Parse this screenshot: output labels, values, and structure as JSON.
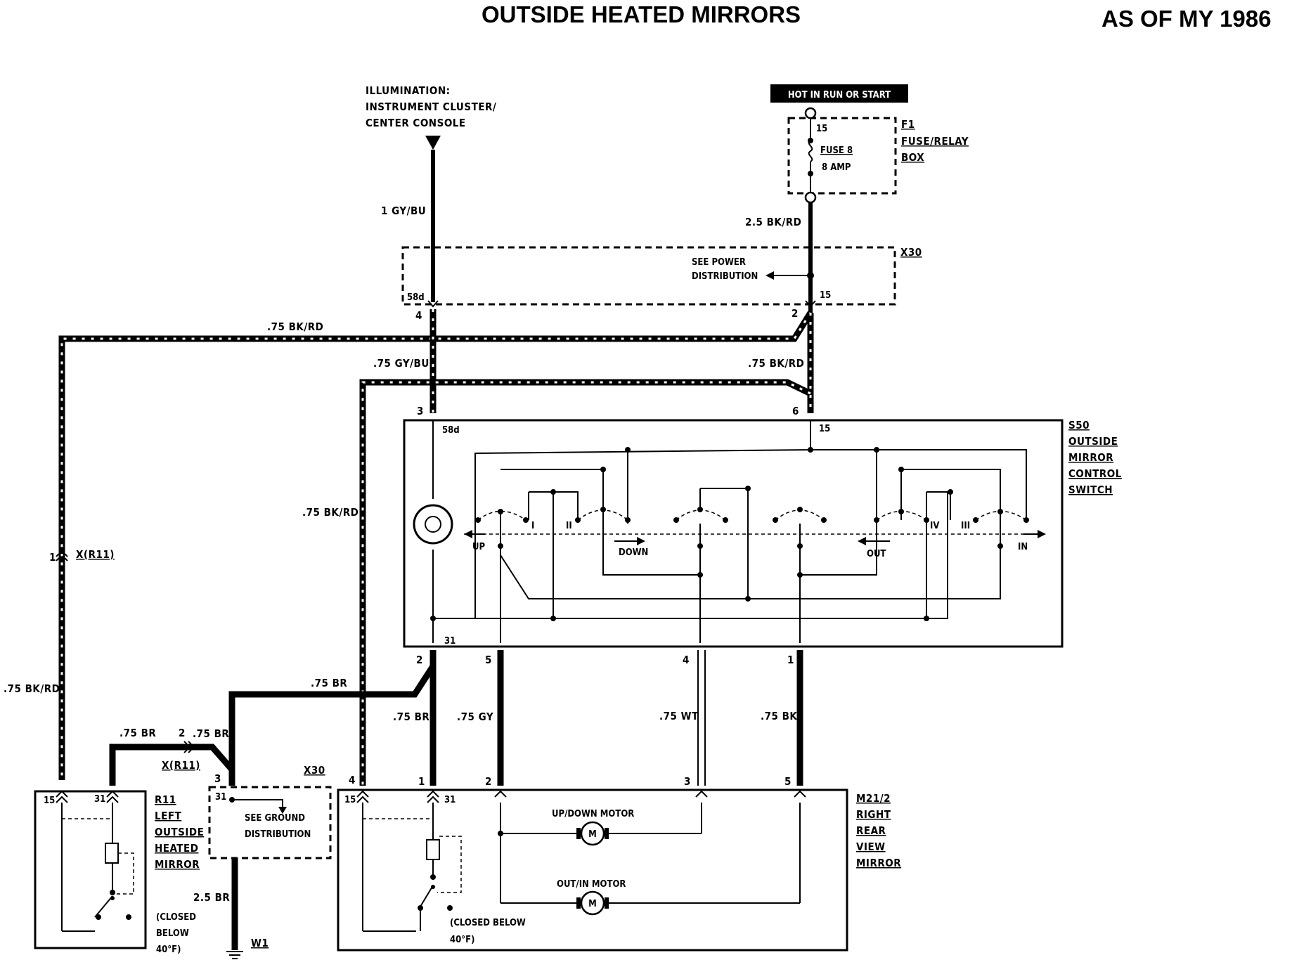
{
  "title": "OUTSIDE HEATED MIRRORS",
  "model_year": "AS OF MY 1986",
  "illumination": {
    "line1": "ILLUMINATION:",
    "line2": "INSTRUMENT CLUSTER/",
    "line3": "CENTER CONSOLE"
  },
  "hot_label": "HOT IN RUN OR START",
  "fuse": {
    "name": "FUSE 8",
    "rating": "8 AMP",
    "pin_top": "15",
    "box_id": "F1",
    "box_line1": "FUSE/RELAY",
    "box_line2": "BOX"
  },
  "x30_top": {
    "id": "X30",
    "note1": "SEE POWER",
    "note2": "DISTRIBUTION",
    "pin_left": "58d",
    "pin_right": "15"
  },
  "wires": {
    "gy_bu_1": "1 GY/BU",
    "bk_rd_25": "2.5 BK/RD",
    "bk_rd_075_top": ".75 BK/RD",
    "gy_bu_075": ".75 GY/BU",
    "bk_rd_075_right": ".75 BK/RD",
    "bk_rd_075_mid": ".75 BK/RD",
    "bk_rd_075_left": ".75 BK/RD",
    "br_075_a": ".75 BR",
    "br_075_b": ".75 BR",
    "br_075_c": ".75 BR",
    "br_075_d": ".75 BR",
    "gy_075": ".75 GY",
    "wt_075": ".75 WT",
    "bk_075": ".75 BK",
    "br_25": "2.5 BR"
  },
  "switch": {
    "id": "S50",
    "line1": "OUTSIDE",
    "line2": "MIRROR",
    "line3": "CONTROL",
    "line4": "SWITCH",
    "pin_58d": "58d",
    "pin_15": "15",
    "pin_31": "31",
    "roman1": "I",
    "roman2": "II",
    "roman3": "III",
    "roman4": "IV",
    "up": "UP",
    "down": "DOWN",
    "out": "OUT",
    "in": "IN"
  },
  "pins": {
    "p4": "4",
    "p2": "2",
    "p3": "3",
    "p6": "6",
    "p2b": "2",
    "p5": "5",
    "p4b": "4",
    "p1": "1",
    "xr11_pin1": "1",
    "xr11_pin2": "2",
    "m_p4": "4",
    "m_p1": "1",
    "m_p2": "2",
    "m_p3": "3",
    "m_p5": "5",
    "r11_15": "15",
    "r11_31": "31",
    "m_15": "15",
    "m_31": "31",
    "gnd_3": "3",
    "gnd_31": "31"
  },
  "connector_x_r11_a": "X(R11)",
  "connector_x_r11_b": "X(R11)",
  "x30_bottom": {
    "id": "X30",
    "note1": "SEE GROUND",
    "note2": "DISTRIBUTION"
  },
  "r11": {
    "id": "R11",
    "line1": "LEFT",
    "line2": "OUTSIDE",
    "line3": "HEATED",
    "line4": "MIRROR",
    "note1": "(CLOSED",
    "note2": "BELOW",
    "note3": "40°F)"
  },
  "m21": {
    "id": "M21/2",
    "line1": "RIGHT",
    "line2": "REAR",
    "line3": "VIEW",
    "line4": "MIRROR",
    "updown_motor": "UP/DOWN MOTOR",
    "outin_motor": "OUT/IN MOTOR",
    "motor_symbol": "M",
    "note1": "(CLOSED BELOW",
    "note2": "40°F)"
  },
  "ground": {
    "id": "W1"
  }
}
